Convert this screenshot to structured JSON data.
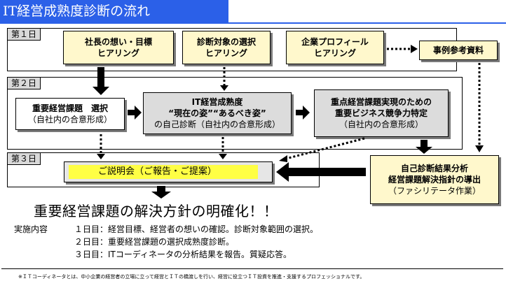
{
  "title": "IT経営成熟度診断の流れ",
  "days": [
    "第１日",
    "第２日",
    "第３日"
  ],
  "day1": {
    "box1": [
      "社長の想い・目標",
      "ヒアリング"
    ],
    "box2": [
      "診断対象の選択",
      "ヒアリング"
    ],
    "box3": [
      "企業プロフィール",
      "ヒアリング"
    ],
    "box4": "事例参考資料"
  },
  "day2": {
    "box1": [
      "重要経営課題　選択",
      "（自社内の合意形成）"
    ],
    "box2": [
      "IT経営成熟度",
      "“現在の姿”“あるべき姿”",
      "の自己診断（自社内の合意形成）"
    ],
    "box3": [
      "重点経営課題実現のための",
      "重要ビジネス競争力特定",
      "（自社内の合意形成）"
    ]
  },
  "day3": {
    "explain": "ご説明会（ご報告・ご提案）",
    "analysis": [
      "自己診断結果分析",
      "経営課題解決指針の導出",
      "（ファシリテータ作業）"
    ]
  },
  "conclusion": "重要経営課題の解決方針の明確化！！",
  "details": {
    "label": "実施内容",
    "lines": [
      "１日目：経営目標、経営者の想いの確認。診断対象範囲の選択。",
      "２日目：重要経営課題の選択成熟度診断。",
      "３日目：ITコーディネータの分析結果を報告。質疑応答。"
    ]
  },
  "footnote": "※ＩＴコーディネータとは、中小企業の経営者の立場に立って経営とＩＴの橋渡しを行い、経営に役立つＩＴ投資を推進・支援するプロフェッショナルです。",
  "colors": {
    "title_bg": "#2b60e8",
    "box_fill": "#fff8cc",
    "explain_fill": "#ffff44"
  }
}
